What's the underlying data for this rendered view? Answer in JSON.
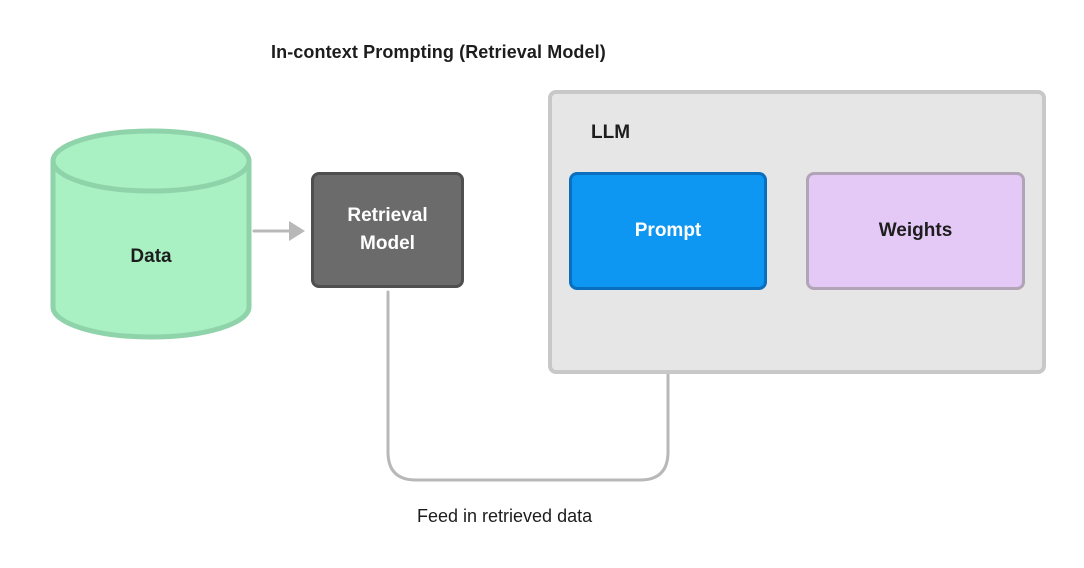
{
  "title": "In-context Prompting (Retrieval Model)",
  "nodes": {
    "data": "Data",
    "retrieval_model": "Retrieval Model",
    "llm": "LLM",
    "prompt": "Prompt",
    "weights": "Weights"
  },
  "edges": {
    "feed_label": "Feed in retrieved data"
  },
  "colors": {
    "data_fill": "#a9f0c3",
    "data_stroke": "#8fd3aa",
    "retrieval_fill": "#6b6b6b",
    "llm_container_fill": "#e6e6e6",
    "prompt_fill": "#0d96f2",
    "weights_fill": "#e4c9f7",
    "connector": "#b8b8b8"
  }
}
